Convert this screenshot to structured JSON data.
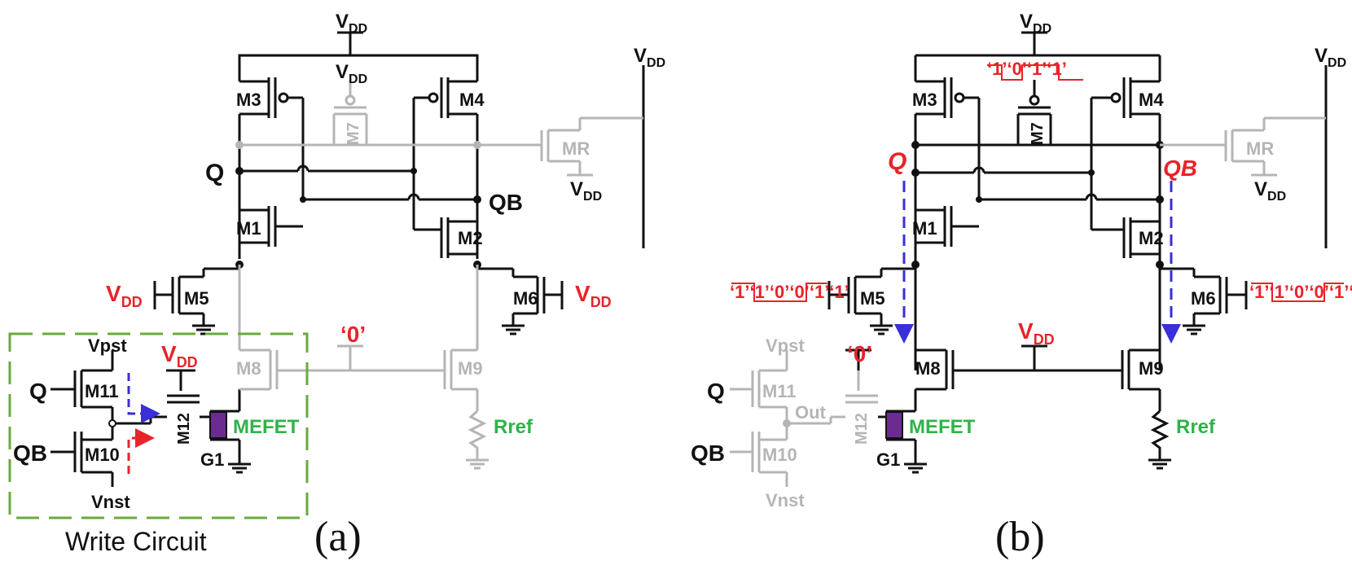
{
  "colors": {
    "wire": "#111111",
    "inactive": "#b5b5b5",
    "signal": "#e8232a",
    "label_green": "#2fb34a",
    "arrow_blue": "#3a2fd8",
    "mefet": "#6b2c91",
    "write_box": "#6aaa3c"
  },
  "a": {
    "caption": "(a)",
    "vdd": "V",
    "vdd_sub": "DD",
    "q": "Q",
    "qb": "QB",
    "m1": "M1",
    "m2": "M2",
    "m3": "M3",
    "m4": "M4",
    "m5": "M5",
    "m6": "M6",
    "m7": "M7",
    "m8": "M8",
    "m9": "M9",
    "m10": "M10",
    "m11": "M11",
    "m12": "M12",
    "mr": "MR",
    "vpst": "Vpst",
    "vnst": "Vnst",
    "zero": "‘0’",
    "rref": "Rref",
    "mefet": "MEFET",
    "g1": "G1",
    "write_circuit": "Write Circuit"
  },
  "b": {
    "caption": "(b)",
    "vdd": "V",
    "vdd_sub": "DD",
    "q": "Q",
    "qb": "QB",
    "m1": "M1",
    "m2": "M2",
    "m3": "M3",
    "m4": "M4",
    "m5": "M5",
    "m6": "M6",
    "m7": "M7",
    "m8": "M8",
    "m9": "M9",
    "m10": "M10",
    "m11": "M11",
    "m12": "M12",
    "mr": "MR",
    "vpst": "Vpst",
    "vnst": "Vnst",
    "out": "Out",
    "zero": "‘0’",
    "rref": "Rref",
    "mefet": "MEFET",
    "g1": "G1",
    "m7_gate_wave": "‘1’‘0’‘1’‘1’",
    "m5_gate_wave": "‘1’‘1’‘0’‘0’‘1’‘1’",
    "m6_gate_wave": "‘1’‘1’‘0’‘0’‘1’‘1’"
  }
}
